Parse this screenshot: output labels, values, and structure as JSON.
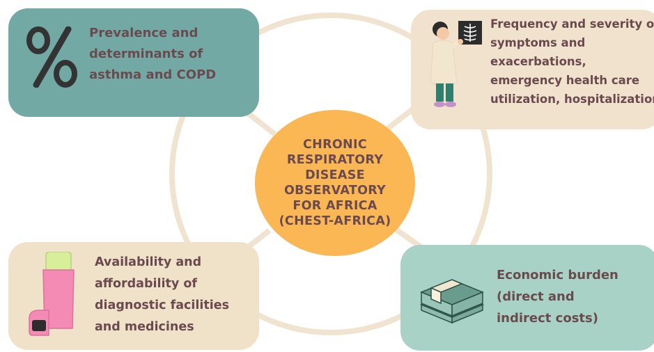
{
  "center": {
    "title": "CHRONIC\nRESPIRATORY\nDISEASE\nOBSERVATORY\nFOR AFRICA\n(CHEST-AFRICA)"
  },
  "boxes": {
    "top_left": {
      "text": "Prevalence and\ndeterminants of\nasthma and COPD",
      "icon": "percent-icon",
      "color": "#73a9a5"
    },
    "top_right": {
      "text": "Frequency and severity of\nsymptoms and\nexacerbations,\nemergency health care\nutilization, hospitalization",
      "icon": "doctor-xray-icon",
      "color": "#f1e2cd"
    },
    "bottom_left": {
      "text": "Availability and\naffordability of\ndiagnostic facilities\nand medicines",
      "icon": "inhaler-icon",
      "color": "#f0e1c9"
    },
    "bottom_right": {
      "text": "Economic burden\n(direct and\nindirect costs)",
      "icon": "money-stack-icon",
      "color": "#a9d2c6"
    }
  },
  "colors": {
    "center": "#fbb754",
    "ring": "#f0e3d0",
    "text": "#6b4a4f"
  }
}
